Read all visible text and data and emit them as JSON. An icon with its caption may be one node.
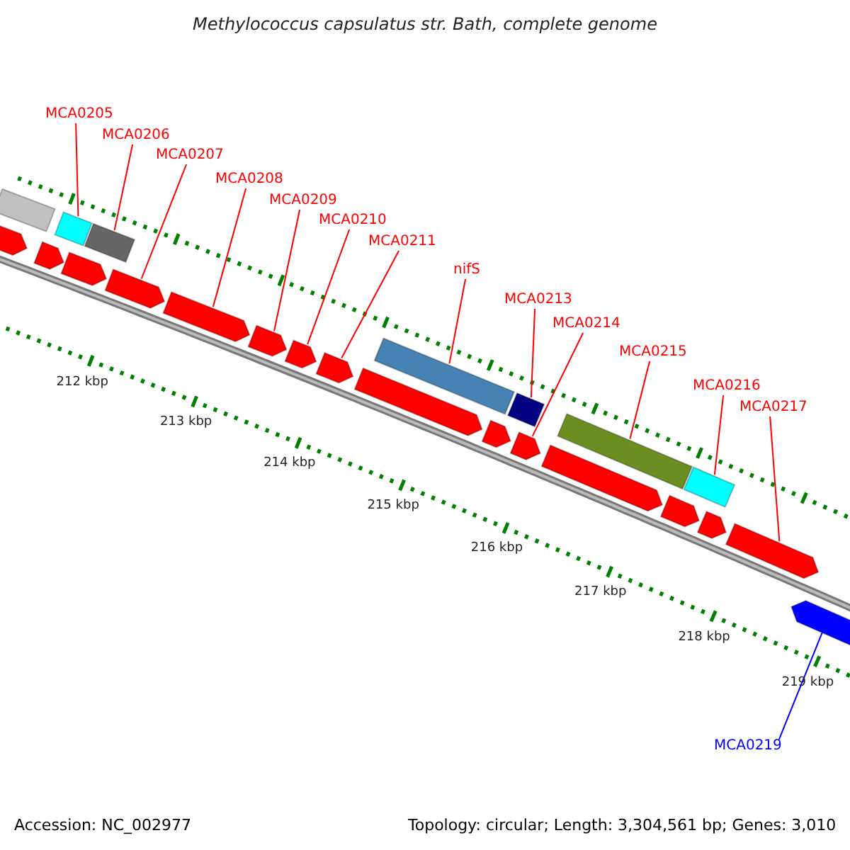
{
  "diagram": {
    "title": "Methylococcus capsulatus str. Bath, complete genome",
    "nodes": [
      {
        "text": [
          "MCA0205"
        ]
      },
      {
        "text": [
          "MCA0206"
        ]
      },
      {
        "text": [
          "MCA0207"
        ]
      },
      {
        "text": [
          "MCA0208"
        ]
      },
      {
        "text": [
          "MCA0209"
        ]
      },
      {
        "text": [
          "MCA0210"
        ]
      },
      {
        "text": [
          "MCA0211"
        ]
      },
      {
        "text": [
          "nifS"
        ]
      },
      {
        "text": [
          "MCA0213"
        ]
      },
      {
        "text": [
          "MCA0214"
        ]
      },
      {
        "text": [
          "MCA0215"
        ]
      },
      {
        "text": [
          "MCA0216"
        ]
      },
      {
        "text": [
          "MCA0217"
        ]
      },
      {
        "text": [
          "MCA0219"
        ]
      },
      {
        "text": [],
        "shape": "box"
      },
      {
        "text": [],
        "shape": "arrow"
      },
      {
        "text": [],
        "shape": "arrow"
      },
      {
        "text": [],
        "shape": "box"
      },
      {
        "text": [],
        "shape": "arrow"
      },
      {
        "text": [],
        "shape": "box"
      },
      {
        "text": [],
        "shape": "arrow"
      },
      {
        "text": [],
        "shape": "arrow"
      },
      {
        "text": [],
        "shape": "arrow"
      },
      {
        "text": [],
        "shape": "arrow"
      },
      {
        "text": [],
        "shape": "arrow"
      },
      {
        "text": [],
        "shape": "arrow"
      },
      {
        "text": [],
        "shape": "box"
      },
      {
        "text": [],
        "shape": "arrow"
      },
      {
        "text": [],
        "shape": "box"
      },
      {
        "text": [],
        "shape": "arrow"
      },
      {
        "text": [],
        "shape": "arrow"
      },
      {
        "text": [],
        "shape": "box"
      },
      {
        "text": [],
        "shape": "arrow"
      },
      {
        "text": [],
        "shape": "box"
      },
      {
        "text": [],
        "shape": "arrow"
      },
      {
        "text": [],
        "shape": "arrow"
      },
      {
        "text": [],
        "shape": "arrow"
      }
    ],
    "edges": [
      {
        "from": 0,
        "to": 17,
        "arrow": "none"
      },
      {
        "from": 1,
        "to": 19,
        "arrow": "none"
      },
      {
        "from": 2,
        "to": 20,
        "arrow": "none"
      },
      {
        "from": 3,
        "to": 21,
        "arrow": "none"
      },
      {
        "from": 4,
        "to": 22,
        "arrow": "none"
      },
      {
        "from": 5,
        "to": 23,
        "arrow": "none"
      },
      {
        "from": 6,
        "to": 24,
        "arrow": "none"
      },
      {
        "from": 7,
        "to": 26,
        "arrow": "none"
      },
      {
        "from": 8,
        "to": 28,
        "arrow": "none"
      },
      {
        "from": 9,
        "to": 29,
        "arrow": "none"
      },
      {
        "from": 10,
        "to": 31,
        "arrow": "none"
      },
      {
        "from": 11,
        "to": 33,
        "arrow": "none"
      },
      {
        "from": 12,
        "to": 35,
        "arrow": "none"
      },
      {
        "from": 13,
        "to": 36,
        "arrow": "none",
        "color": "#0000ff"
      }
    ],
    "labels": [
      "212 kbp",
      "213 kbp",
      "214 kbp",
      "215 kbp",
      "216 kbp",
      "217 kbp",
      "218 kbp",
      "219 kbp",
      "Accession: NC_002977",
      "Topology: circular; Length: 3,304,561 bp; Genes: 3,010"
    ]
  }
}
